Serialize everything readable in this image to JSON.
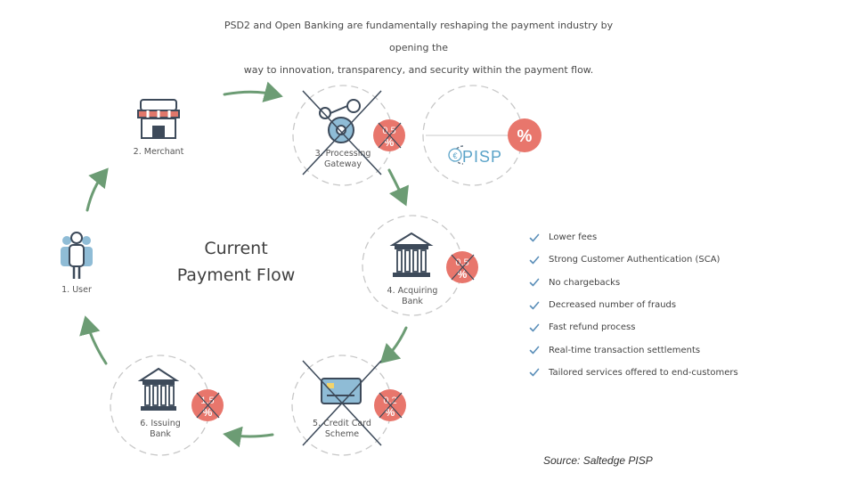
{
  "intro": {
    "line1": "PSD2 and Open Banking are fundamentally reshaping the payment industry by opening the",
    "line2": "way to innovation, transparency, and security within the payment flow."
  },
  "flow_title": {
    "line1": "Current",
    "line2": "Payment Flow"
  },
  "nodes": {
    "user": {
      "label": "1. User"
    },
    "merchant": {
      "label": "2. Merchant"
    },
    "gateway": {
      "label_line1": "3. Processing",
      "label_line2": "Gateway",
      "fee": "0.5"
    },
    "acquiring": {
      "label_line1": "4. Acquiring",
      "label_line2": "Bank",
      "fee": "0.5"
    },
    "card_scheme": {
      "label_line1": "5. Credit Card",
      "label_line2": "Scheme",
      "fee": "0.2"
    },
    "issuing": {
      "label_line1": "6. Issuing",
      "label_line2": "Bank",
      "fee": "1.5"
    }
  },
  "pisp": {
    "word": "PISP",
    "currency": "€",
    "percent": "%"
  },
  "benefits": [
    "Lower fees",
    "Strong Customer Authentication (SCA)",
    "No chargebacks",
    "Decreased number of frauds",
    "Fast refund process",
    "Real-time transaction settlements",
    "Tailored services offered to end-customers"
  ],
  "source": "Source: Saltedge  PISP",
  "colors": {
    "arrow": "#6c9c74",
    "badge": "#e8766c",
    "check": "#5b8fb9",
    "dashed": "#c8c8c8",
    "icon_dark": "#3d4a5a",
    "icon_blue": "#8fbcd6",
    "icon_red": "#e0776b"
  }
}
